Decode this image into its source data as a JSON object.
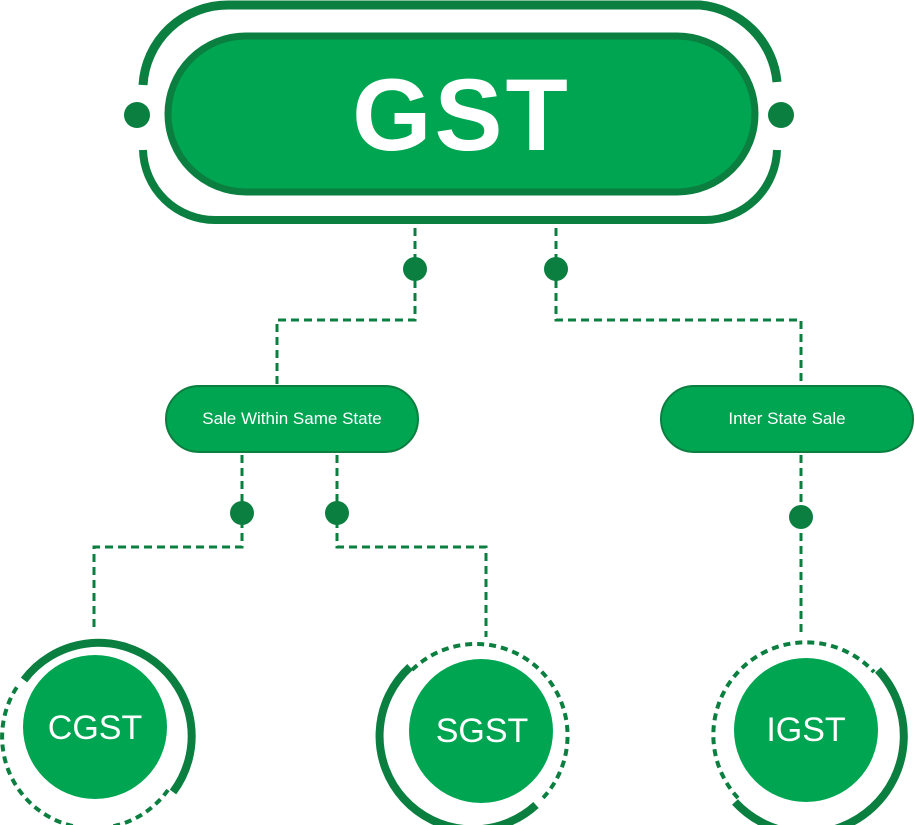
{
  "diagram": {
    "root": {
      "label": "GST"
    },
    "branches": [
      {
        "label": "Sale Within Same State"
      },
      {
        "label": "Inter State Sale"
      }
    ],
    "leaves": [
      {
        "label": "CGST"
      },
      {
        "label": "SGST"
      },
      {
        "label": "IGST"
      }
    ],
    "colors": {
      "primary": "#00A552",
      "dark": "#0A7F3F",
      "background": "#FFFFFF",
      "text": "#FFFFFF"
    }
  }
}
